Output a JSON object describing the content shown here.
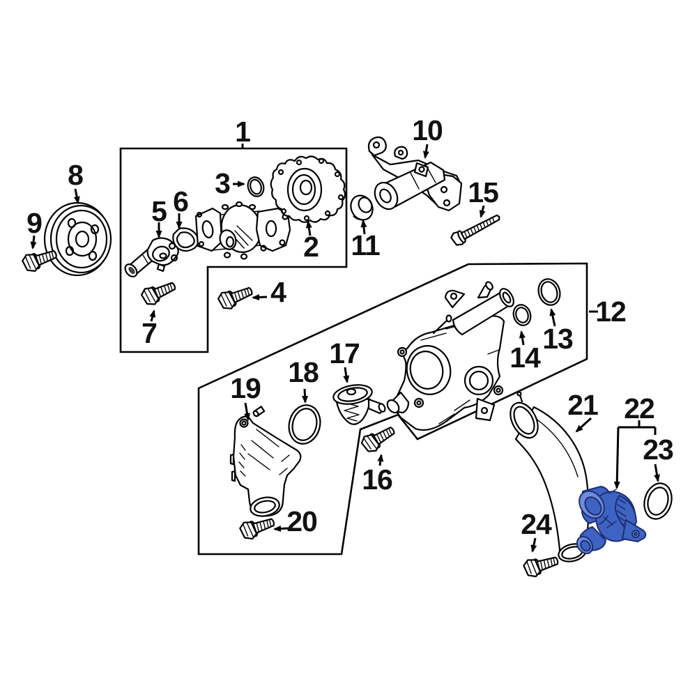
{
  "diagram": {
    "type": "exploded-parts-diagram",
    "subject": "engine water pump and thermostat housing assembly",
    "background": "#ffffff",
    "line_color": "#000000",
    "label_color": "#111111",
    "highlighted_callout": "22",
    "highlight": {
      "fill": "#3E63C3",
      "stroke": "#1C2D72",
      "light": "#6E8CD9"
    },
    "callouts": {
      "1": {
        "label": "1",
        "part": "water-pump-assembly-group"
      },
      "2": {
        "label": "2",
        "part": "water-pump-mounting-plate"
      },
      "3": {
        "label": "3",
        "part": "o-ring-seal"
      },
      "4": {
        "label": "4",
        "part": "hex-flange-bolt"
      },
      "5": {
        "label": "5",
        "part": "coolant-bypass-connector"
      },
      "6": {
        "label": "6",
        "part": "connector-gasket"
      },
      "7": {
        "label": "7",
        "part": "hex-flange-bolt"
      },
      "8": {
        "label": "8",
        "part": "water-pump-pulley"
      },
      "9": {
        "label": "9",
        "part": "pulley-mounting-bolt"
      },
      "10": {
        "label": "10",
        "part": "auxiliary-pump-bracket"
      },
      "11": {
        "label": "11",
        "part": "inlet-seal"
      },
      "12": {
        "label": "12",
        "part": "thermostat-housing-group"
      },
      "13": {
        "label": "13",
        "part": "o-ring-seal-large"
      },
      "14": {
        "label": "14",
        "part": "o-ring-seal-small"
      },
      "15": {
        "label": "15",
        "part": "long-mounting-screw"
      },
      "16": {
        "label": "16",
        "part": "hex-flange-bolt"
      },
      "17": {
        "label": "17",
        "part": "thermostat"
      },
      "18": {
        "label": "18",
        "part": "thermostat-seal-ring"
      },
      "19": {
        "label": "19",
        "part": "thermostat-housing-cover"
      },
      "20": {
        "label": "20",
        "part": "hex-flange-bolt"
      },
      "21": {
        "label": "21",
        "part": "water-outlet-tube"
      },
      "22": {
        "label": "22",
        "part": "water-outlet-housing",
        "highlighted": true
      },
      "23": {
        "label": "23",
        "part": "outlet-o-ring-seal"
      },
      "24": {
        "label": "24",
        "part": "hex-flange-bolt"
      }
    }
  }
}
